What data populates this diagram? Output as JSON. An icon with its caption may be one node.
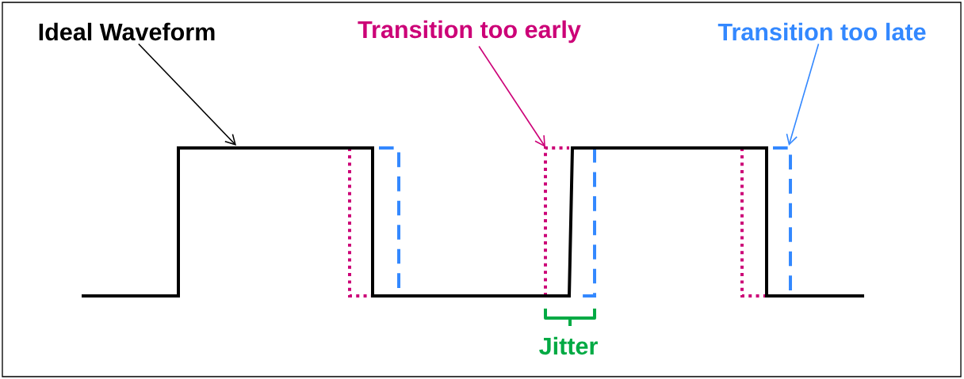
{
  "diagram": {
    "nodes": [
      {
        "text": [
          "Ideal Waveform"
        ]
      },
      {
        "text": [
          "Transition too early"
        ]
      },
      {
        "text": [
          "Transition too late"
        ]
      }
    ],
    "edges": [
      {
        "from": 0,
        "to": null,
        "arrow": "to"
      },
      {
        "from": 1,
        "to": null,
        "arrow": "to",
        "color": "#cc0077"
      },
      {
        "from": 2,
        "to": null,
        "arrow": "to",
        "color": "#3388ff"
      }
    ],
    "labels": [
      "Jitter"
    ]
  }
}
